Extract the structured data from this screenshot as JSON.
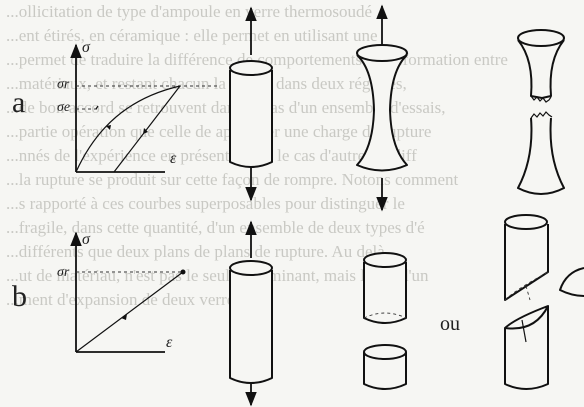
{
  "background_text": [
    "...ollicitation de type d'ampoule en verre thermosoudé",
    "...ent étirés, en céramique : elle permet en utilisant une",
    "...permet de traduire la différence de comportements de déformation entre",
    "...matériaux, et restant chacun la même dans deux régimes,",
    "...de bon accord se retrouvent dans le cas d'un ensemble d'essais,",
    "...partie opération que celle de appliquer une charge de rupture",
    "...nnés de l'expérience en présent. Dans le cas d'autres la diff",
    "...la rupture se produit sur cette façon de rompre. Notons comment",
    "...s rapporté à ces courbes superposables pour distinguer le",
    "...fragile, dans cette quantité, d'un ensemble de deux types d'é",
    "...différents que deux plans de plans de rupture. Au delà",
    "...ut de matériau, n'est pas le seul déterminant, mais la fin d'un",
    "...ment d'expansion de deux verres."
  ],
  "panel_a": {
    "label": "a",
    "graph": {
      "y_axis_label": "σ",
      "x_axis_label": "ε",
      "stress_level_1": "σr",
      "stress_level_2": "σe"
    }
  },
  "panel_b": {
    "label": "b",
    "graph": {
      "y_axis_label": "σ",
      "x_axis_label": "ε",
      "stress_level_1": "σr"
    }
  },
  "or_label": "ou"
}
